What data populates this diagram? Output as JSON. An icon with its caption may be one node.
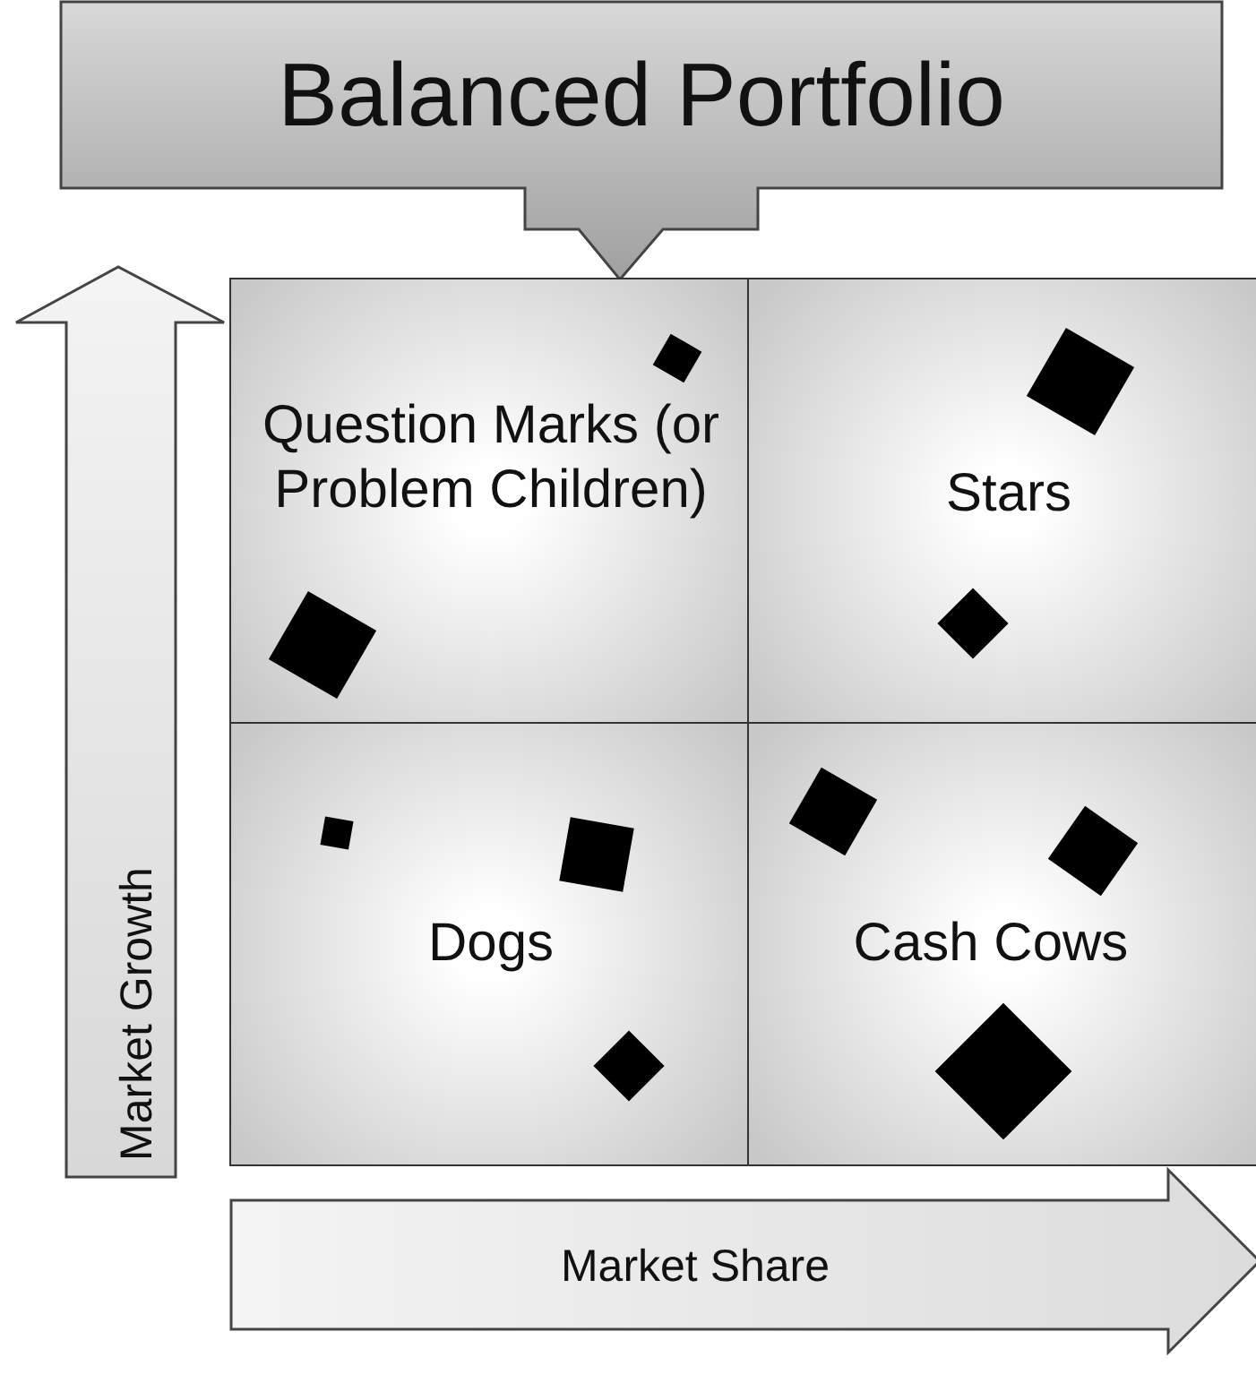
{
  "diagram": {
    "nodes": [
      {
        "text": [
          "Balanced Portfolio"
        ]
      },
      {
        "text": [
          "Market Growth"
        ]
      },
      {
        "text": [
          "Question Marks (or Problem Children)"
        ]
      },
      {
        "text": [
          "Stars"
        ]
      },
      {
        "text": [
          "Dogs"
        ]
      },
      {
        "text": [
          "Cash Cows"
        ]
      },
      {
        "text": [
          "Market Share"
        ]
      }
    ]
  }
}
